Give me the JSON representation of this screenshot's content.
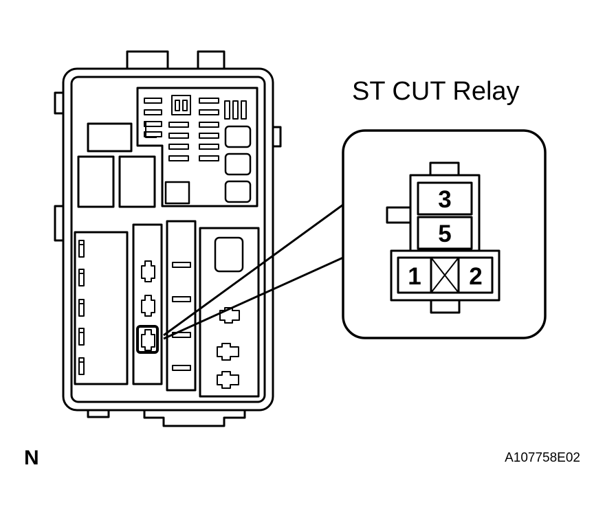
{
  "relay_title": "ST CUT Relay",
  "pins": {
    "top": "3",
    "middle": "5",
    "left": "1",
    "right": "2"
  },
  "view_label": "N",
  "figure_id": "A107758E02"
}
